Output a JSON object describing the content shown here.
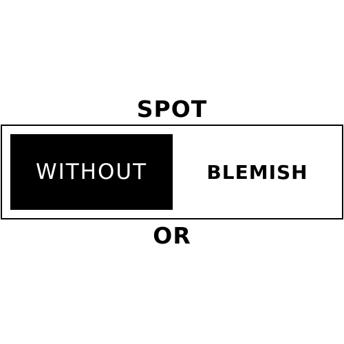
{
  "words": {
    "top": "SPOT",
    "highlighted": "WITHOUT",
    "right": "BLEMISH",
    "bottom": "OR"
  },
  "colors": {
    "background": "#ffffff",
    "ink": "#000000",
    "highlight_text": "#ffffff"
  }
}
